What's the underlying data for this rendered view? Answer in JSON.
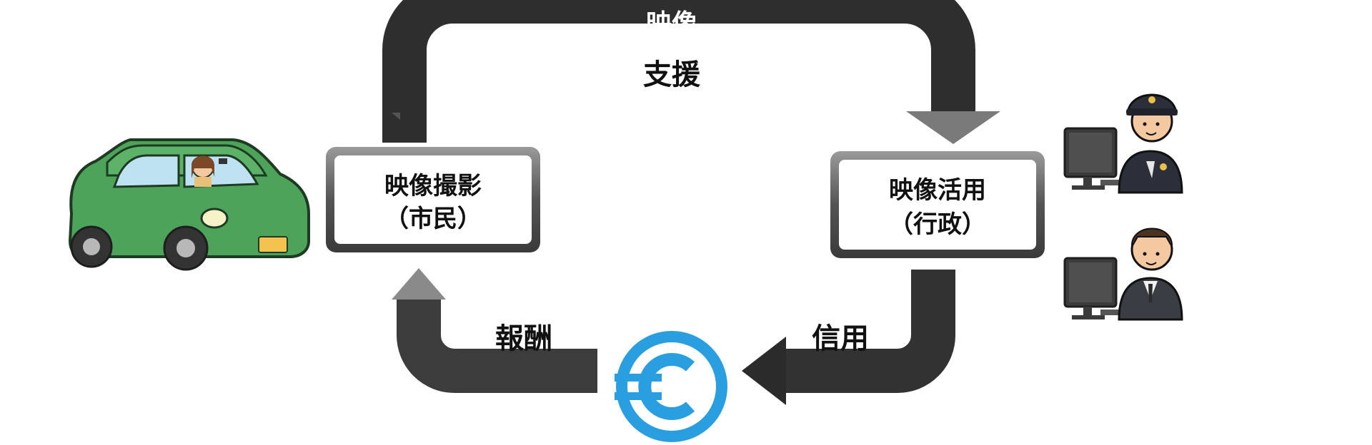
{
  "flow_labels": {
    "top_arrow": "映像",
    "support": "支援",
    "reward": "報酬",
    "credit": "信用"
  },
  "nodes": {
    "citizen": {
      "line1": "映像撮影",
      "line2": "（市民）"
    },
    "government": {
      "line1": "映像活用",
      "line2": "（行政）"
    }
  },
  "colors": {
    "arrow_dark": "#2e2e2e",
    "arrow_light": "#8a8a8a",
    "box_border": "#555555",
    "coin_blue": "#2a9fe0",
    "car_green": "#4ea35a",
    "license_plate": "#f2c14e"
  },
  "icons": {
    "car": "car-with-driver-icon",
    "coin": "crypto-coin-icon",
    "officer": "police-officer-at-computer-icon",
    "official": "government-official-at-computer-icon"
  }
}
